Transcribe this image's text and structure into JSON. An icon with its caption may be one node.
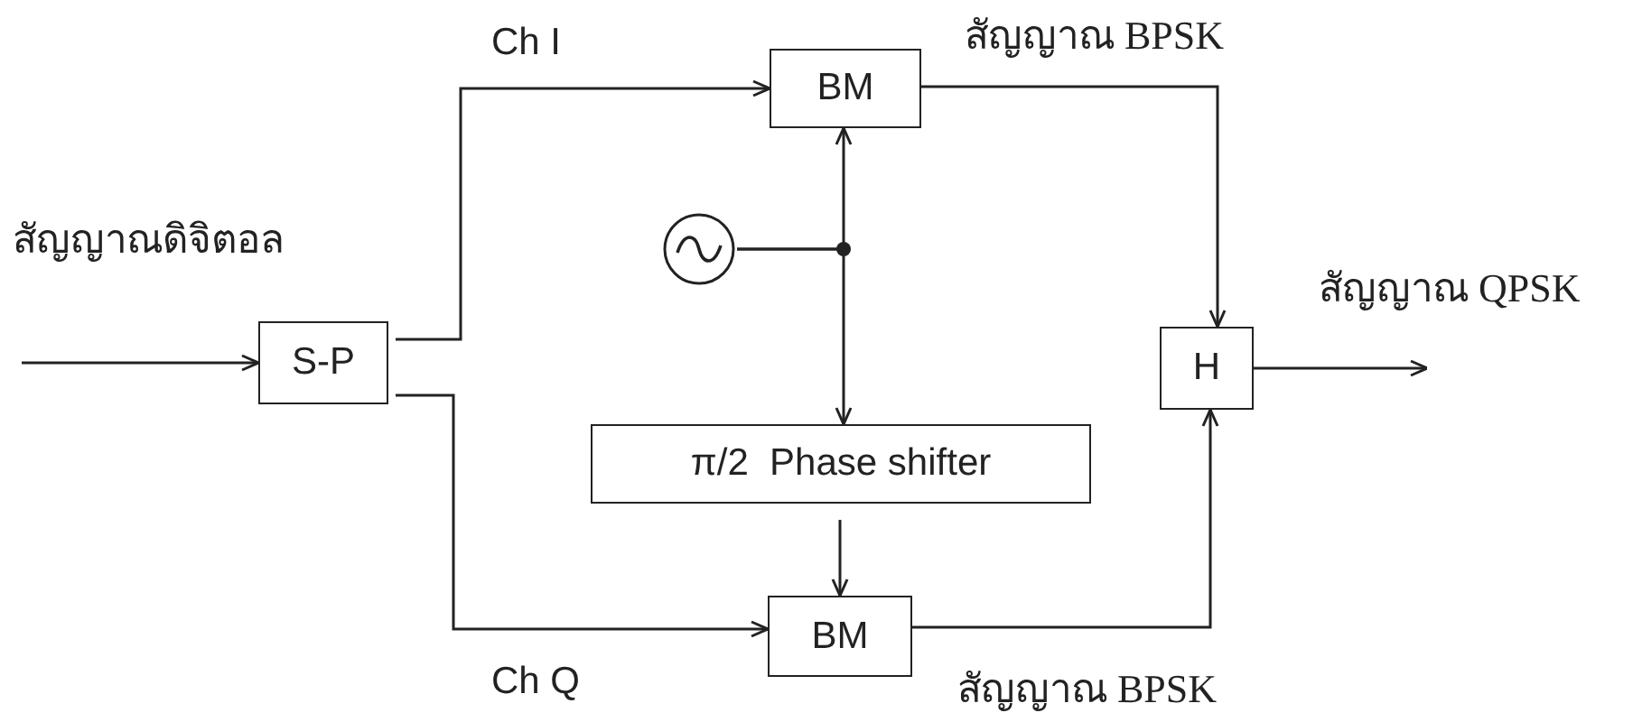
{
  "diagram": {
    "nodes": [
      {
        "text": [
          "S-P"
        ]
      },
      {
        "text": [
          "BM"
        ]
      },
      {
        "text": [],
        "shape": "circle"
      },
      {
        "text": [
          "π/2  Phase shifter"
        ]
      },
      {
        "text": [
          "BM"
        ]
      },
      {
        "text": [
          "H"
        ]
      }
    ],
    "edges": [
      {
        "from": null,
        "to": 0,
        "arrow": "to",
        "label": "สัญญาณดิจิตอล"
      },
      {
        "from": 0,
        "to": 1,
        "arrow": "to",
        "label": "Ch  I"
      },
      {
        "from": 0,
        "to": 4,
        "arrow": "to",
        "label": "Ch Q"
      },
      {
        "from": 2,
        "to": 1,
        "arrow": "to"
      },
      {
        "from": 2,
        "to": 3,
        "arrow": "to"
      },
      {
        "from": 3,
        "to": 4,
        "arrow": "to"
      },
      {
        "from": 1,
        "to": 5,
        "arrow": "to",
        "label": "สัญญาณ BPSK"
      },
      {
        "from": 4,
        "to": 5,
        "arrow": "to",
        "label": "สัญญาณ BPSK"
      },
      {
        "from": 5,
        "to": null,
        "arrow": "to",
        "label": "สัญญาณ QPSK"
      }
    ]
  }
}
